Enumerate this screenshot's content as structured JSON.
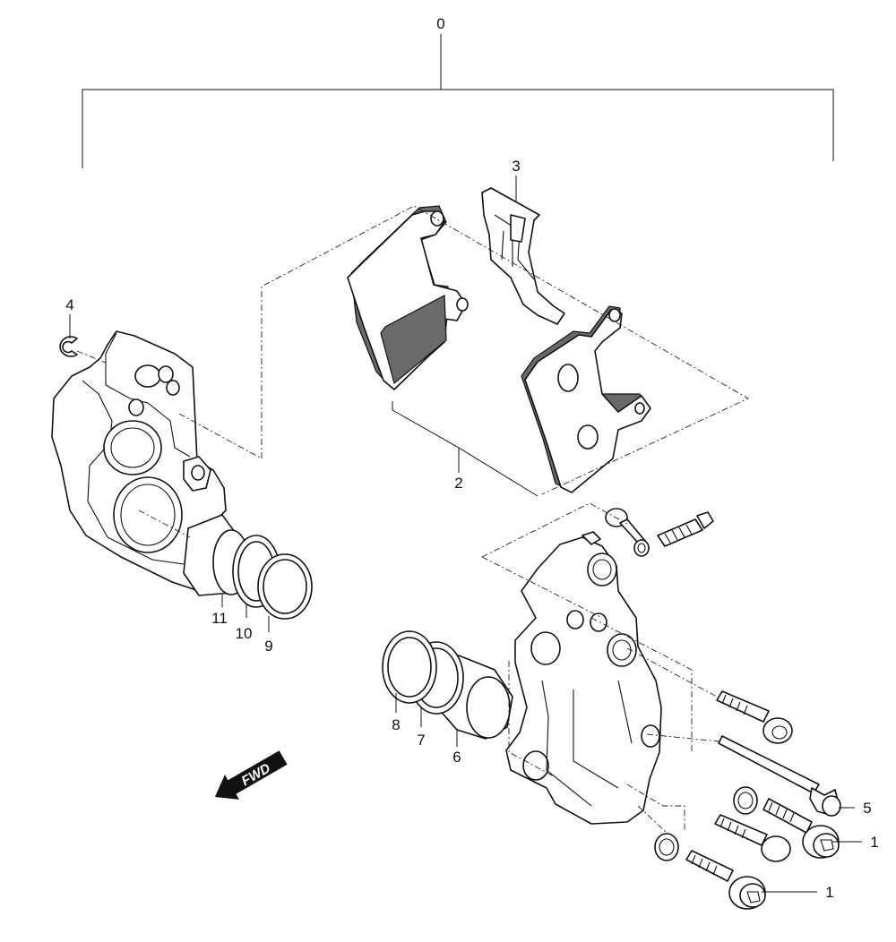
{
  "callouts": {
    "c0": "0",
    "c1a": "1",
    "c1b": "1",
    "c2": "2",
    "c3": "3",
    "c4": "4",
    "c5": "5",
    "c6": "6",
    "c7": "7",
    "c8": "8",
    "c9": "9",
    "c10": "10",
    "c11": "11"
  },
  "direction_arrow": "FWD"
}
